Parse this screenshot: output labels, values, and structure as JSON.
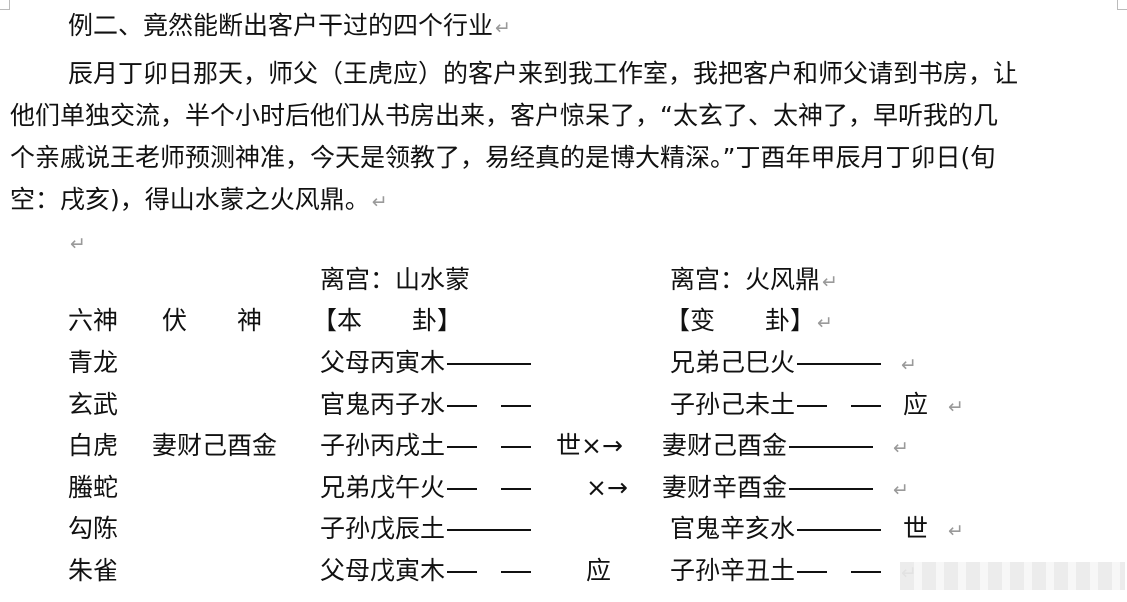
{
  "doc": {
    "heading": "例二、竟然能断出客户干过的四个行业",
    "para_lines": [
      "辰月丁卯日那天，师父（王虎应）的客户来到我工作室，我把客户和师父请到书房，让",
      "他们单独交流，半个小时后他们从书房出来，客户惊呆了，“太玄了、太神了，早听我的几",
      "个亲戚说王老师预测神准，今天是领教了，易经真的是博大精深。”丁酉年甲辰月丁卯日(旬",
      "空：戌亥)，得山水蒙之火风鼎。"
    ],
    "return_mark": "↵"
  },
  "table": {
    "left_palace": "离宫：山水蒙",
    "right_palace": "离宫：火风鼎",
    "header": {
      "liushen": "六神",
      "fushen": "伏　　神",
      "ben": "【本　　卦】",
      "bian": "【变　　卦】"
    },
    "rows": [
      {
        "god": "青龙",
        "fu": "",
        "ben": "父母丙寅木",
        "ben_line": "yang",
        "ben_mark": "",
        "bian": "兄弟己巳火",
        "bian_line": "yang",
        "bian_mark": ""
      },
      {
        "god": "玄武",
        "fu": "",
        "ben": "官鬼丙子水",
        "ben_line": "yin",
        "ben_mark": "",
        "bian": "子孙己未土",
        "bian_line": "yin",
        "bian_mark": "应"
      },
      {
        "god": "白虎",
        "fu": "妻财己酉金",
        "ben": "子孙丙戌土",
        "ben_line": "yin",
        "ben_mark": "世×→",
        "bian": "妻财己酉金",
        "bian_line": "yang",
        "bian_mark": ""
      },
      {
        "god": "螣蛇",
        "fu": "",
        "ben": "兄弟戊午火",
        "ben_line": "yin",
        "ben_mark": "×→",
        "bian": "妻财辛酉金",
        "bian_line": "yang",
        "bian_mark": ""
      },
      {
        "god": "勾陈",
        "fu": "",
        "ben": "子孙戊辰土",
        "ben_line": "yang",
        "ben_mark": "",
        "bian": "官鬼辛亥水",
        "bian_line": "yang",
        "bian_mark": "世"
      },
      {
        "god": "朱雀",
        "fu": "",
        "ben": "父母戊寅木",
        "ben_line": "yin",
        "ben_mark": "应",
        "bian": "子孙辛丑土",
        "bian_line": "yin",
        "bian_mark": ""
      }
    ]
  }
}
